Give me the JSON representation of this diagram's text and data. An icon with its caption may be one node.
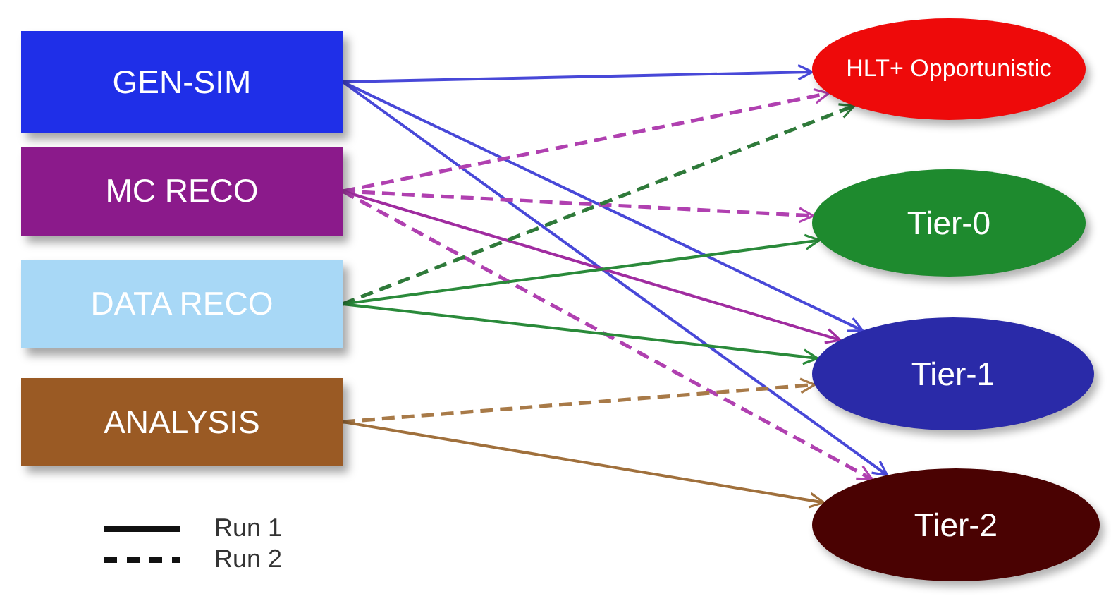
{
  "diagram": {
    "nodes": [
      {
        "text": [
          "GEN-SIM"
        ]
      },
      {
        "text": [
          "MC RECO"
        ]
      },
      {
        "text": [
          "DATA RECO"
        ]
      },
      {
        "text": [
          "ANALYSIS"
        ]
      },
      {
        "text": [
          "HLT+ Opportunistic"
        ]
      },
      {
        "text": [
          "Tier-0"
        ]
      },
      {
        "text": [
          "Tier-1"
        ]
      },
      {
        "text": [
          "Tier-2"
        ]
      }
    ],
    "edges": [
      {
        "from": 0,
        "to": 4,
        "arrow": "to",
        "color": "#4848d8"
      },
      {
        "from": 0,
        "to": 6,
        "arrow": "to",
        "color": "#4848d8"
      },
      {
        "from": 0,
        "to": 7,
        "arrow": "to",
        "color": "#4848d8"
      },
      {
        "from": 1,
        "to": 4,
        "arrow": "to",
        "style": "dashed",
        "color": "#b040b0"
      },
      {
        "from": 1,
        "to": 5,
        "arrow": "to",
        "style": "dashed",
        "color": "#b040b0"
      },
      {
        "from": 1,
        "to": 6,
        "arrow": "to",
        "color": "#a02ca0"
      },
      {
        "from": 1,
        "to": 7,
        "arrow": "to",
        "style": "dashed",
        "color": "#b040b0"
      },
      {
        "from": 2,
        "to": 4,
        "arrow": "to",
        "style": "dashed",
        "color": "#2f7a3a"
      },
      {
        "from": 2,
        "to": 5,
        "arrow": "to",
        "color": "#2a8a3a"
      },
      {
        "from": 2,
        "to": 6,
        "arrow": "to",
        "color": "#2a8a3a"
      },
      {
        "from": 3,
        "to": 6,
        "arrow": "to",
        "style": "dashed",
        "color": "#a87a48"
      },
      {
        "from": 3,
        "to": 7,
        "arrow": "to",
        "color": "#a0703c"
      }
    ],
    "legend": [
      {
        "text": "Run 1"
      },
      {
        "text": "Run 2"
      }
    ]
  }
}
